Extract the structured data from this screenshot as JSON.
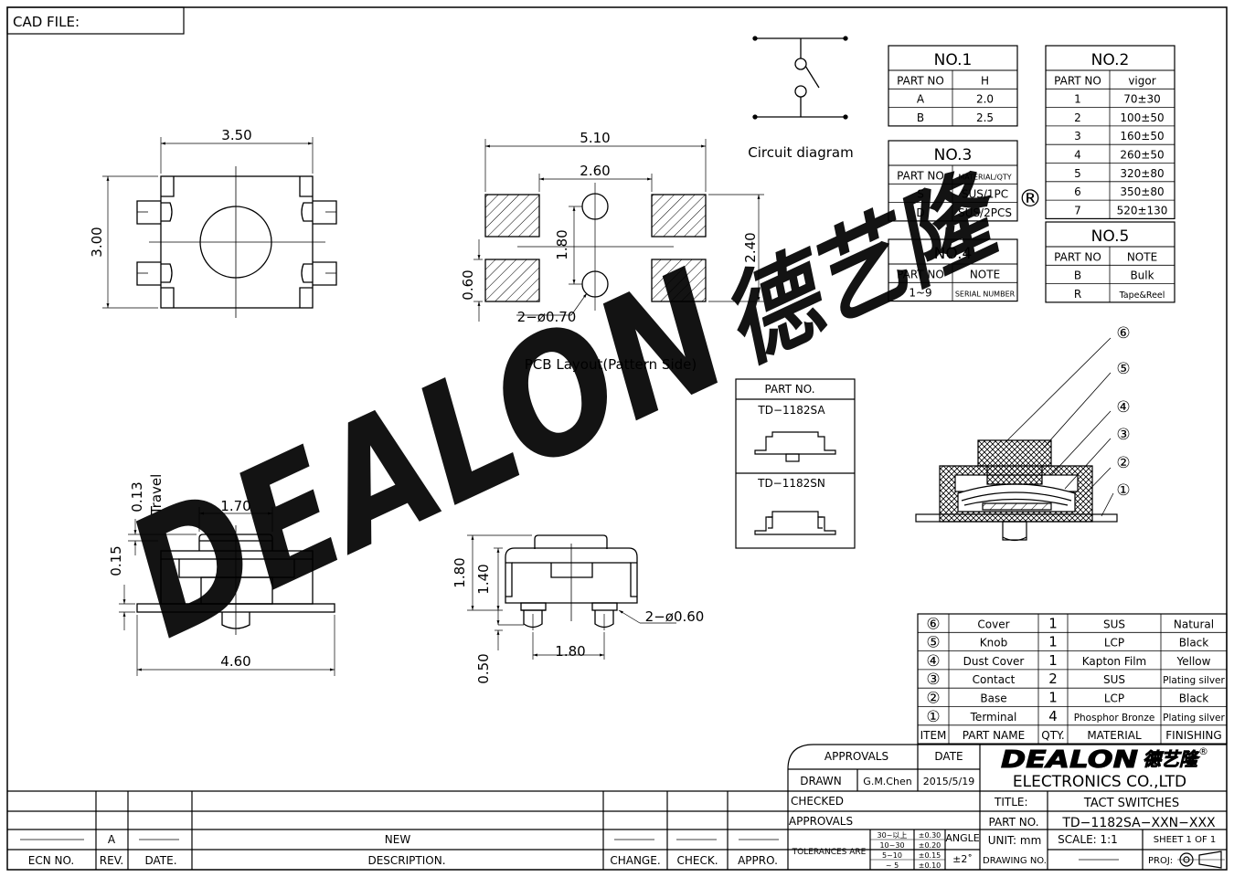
{
  "cad_file_label": "CAD FILE:",
  "circuit_label": "Circuit diagram",
  "pcb_label": "PCB Layout(Pattern Side)",
  "registered_mark": "®",
  "watermark": {
    "text": "DEALON",
    "cjk": "德艺隆",
    "color": "#35f0f2"
  },
  "dims": {
    "top_width": "3.50",
    "top_height": "3.00",
    "pcb_total": "5.10",
    "pcb_pitch": "2.60",
    "pcb_vert": "1.80",
    "pcb_height": "2.40",
    "pcb_pad": "0.60",
    "pcb_hole": "2−ø0.70",
    "travel": "0.13",
    "travel_label": "Travel",
    "side_170": "1.70",
    "side_015": "0.15",
    "side_460": "4.60",
    "front_180v": "1.80",
    "front_140": "1.40",
    "front_peg": "2−ø0.60",
    "front_180h": "1.80",
    "front_050": "0.50"
  },
  "table_no1": {
    "title": "NO.1",
    "headers": [
      "PART  NO",
      "H"
    ],
    "rows": [
      [
        "A",
        "2.0"
      ],
      [
        "B",
        "2.5"
      ]
    ]
  },
  "table_no2": {
    "title": "NO.2",
    "headers": [
      "PART  NO",
      "vigor"
    ],
    "rows": [
      [
        "1",
        "70±30"
      ],
      [
        "2",
        "100±50"
      ],
      [
        "3",
        "160±50"
      ],
      [
        "4",
        "260±50"
      ],
      [
        "5",
        "320±80"
      ],
      [
        "6",
        "350±80"
      ],
      [
        "7",
        "520±130"
      ]
    ]
  },
  "table_no3": {
    "title": "NO.3",
    "headers": [
      "PART  NO",
      "MATERIAL/QTY"
    ],
    "rows": [
      [
        "S",
        "SUS/1PC"
      ],
      [
        "D",
        "SUS/2PCS"
      ]
    ]
  },
  "table_no4": {
    "title": "NO.4",
    "headers": [
      "PART  NO",
      "NOTE"
    ],
    "rows": [
      [
        "1~9",
        "SERIAL NUMBER"
      ]
    ]
  },
  "table_no5": {
    "title": "NO.5",
    "headers": [
      "PART  NO",
      "NOTE"
    ],
    "rows": [
      [
        "B",
        "Bulk"
      ],
      [
        "R",
        "Tape&Reel"
      ]
    ]
  },
  "part_box": {
    "title": "PART  NO.",
    "sa": "TD−1182SA",
    "sn": "TD−1182SN"
  },
  "callouts": [
    "⑥",
    "⑤",
    "④",
    "③",
    "②",
    "①"
  ],
  "bom": {
    "rows": [
      [
        "⑥",
        "Cover",
        "1",
        "SUS",
        "Natural"
      ],
      [
        "⑤",
        "Knob",
        "1",
        "LCP",
        "Black"
      ],
      [
        "④",
        "Dust  Cover",
        "1",
        "Kapton  Film",
        "Yellow"
      ],
      [
        "③",
        "Contact",
        "2",
        "SUS",
        "Plating  silver"
      ],
      [
        "②",
        "Base",
        "1",
        "LCP",
        "Black"
      ],
      [
        "①",
        "Terminal",
        "4",
        "Phosphor  Bronze",
        "Plating  silver"
      ]
    ],
    "header": [
      "ITEM",
      "PART  NAME",
      "QTY.",
      "MATERIAL",
      "FINISHING"
    ]
  },
  "title_block": {
    "approvals": "APPROVALS",
    "date": "DATE",
    "drawn": "DRAWN",
    "drawn_by": "G.M.Chen",
    "drawn_date": "2015/5/19",
    "checked": "CHECKED",
    "approvals2": "APPROVALS",
    "company_logo": "DEALON",
    "company_logo_cjk": "德艺隆",
    "company": "ELECTRONICS  CO.,LTD",
    "title_label": "TITLE:",
    "title": "TACT  SWITCHES",
    "part_no_label": "PART  NO.",
    "part_no": "TD−1182SA−XXN−XXX",
    "tolerances": "TOLERANCES  ARE",
    "tol_ranges": [
      "30~以上",
      "10~30",
      "5~10",
      "~ 5"
    ],
    "tol_values": [
      "±0.30",
      "±0.20",
      "±0.15",
      "±0.10"
    ],
    "angle": "ANGLE",
    "angle_value": "±2˚",
    "unit": "UNIT:  mm",
    "scale": "SCALE:    1:1",
    "sheet": "SHEET    1  OF  1",
    "drawing_no": "DRAWING  NO.",
    "proj": "PROJ:"
  },
  "revision": {
    "rev": "A",
    "description": "NEW",
    "headers": [
      "ECN  NO.",
      "REV.",
      "DATE.",
      "DESCRIPTION.",
      "CHANGE.",
      "CHECK.",
      "APPRO."
    ]
  }
}
